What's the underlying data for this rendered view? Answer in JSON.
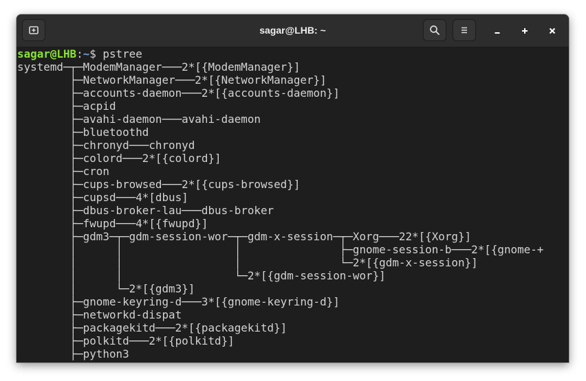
{
  "window": {
    "title": "sagar@LHB: ~",
    "new_tab_icon": "new-tab-icon",
    "search_icon": "search-icon",
    "menu_icon": "hamburger-menu-icon",
    "minimize_icon": "minimize-icon",
    "maximize_icon": "maximize-icon",
    "close_icon": "close-icon"
  },
  "colors": {
    "titlebar": "#2d2d2d",
    "terminal_bg": "#1e1e1e",
    "terminal_fg": "#d3d3d3",
    "prompt_user": "#8ae234",
    "prompt_path": "#729fcf"
  },
  "prompt": {
    "user_host": "sagar@LHB",
    "separator": ":",
    "path": "~",
    "symbol": "$ ",
    "command": "pstree"
  },
  "output": [
    "systemd─┬─ModemManager───2*[{ModemManager}]",
    "        ├─NetworkManager───2*[{NetworkManager}]",
    "        ├─accounts-daemon───2*[{accounts-daemon}]",
    "        ├─acpid",
    "        ├─avahi-daemon───avahi-daemon",
    "        ├─bluetoothd",
    "        ├─chronyd───chronyd",
    "        ├─colord───2*[{colord}]",
    "        ├─cron",
    "        ├─cups-browsed───2*[{cups-browsed}]",
    "        ├─cupsd───4*[dbus]",
    "        ├─dbus-broker-lau───dbus-broker",
    "        ├─fwupd───4*[{fwupd}]",
    "        ├─gdm3─┬─gdm-session-wor─┬─gdm-x-session─┬─Xorg───22*[{Xorg}]",
    "        │      │                 │               ├─gnome-session-b───2*[{gnome-+",
    "        │      │                 │               └─2*[{gdm-x-session}]",
    "        │      │                 └─2*[{gdm-session-wor}]",
    "        │      └─2*[{gdm3}]",
    "        ├─gnome-keyring-d───3*[{gnome-keyring-d}]",
    "        ├─networkd-dispat",
    "        ├─packagekitd───2*[{packagekitd}]",
    "        ├─polkitd───2*[{polkitd}]",
    "        ├─python3"
  ]
}
